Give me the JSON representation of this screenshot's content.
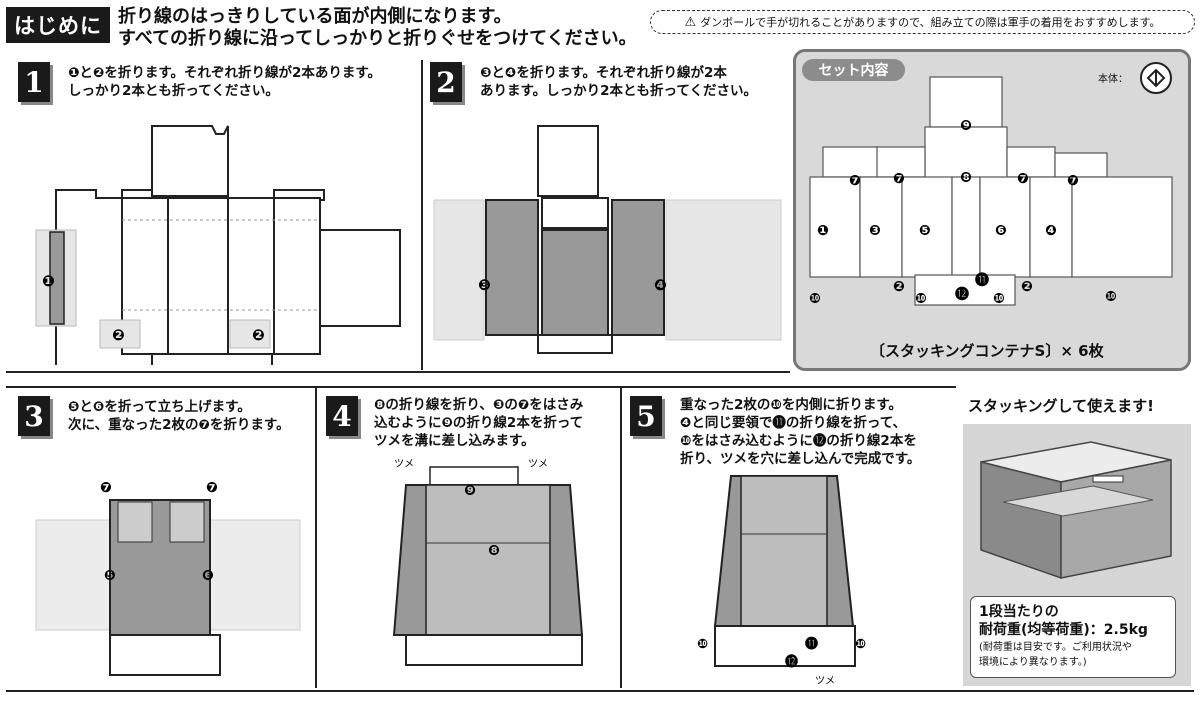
{
  "header": {
    "badge": "はじめに",
    "line1": "折り線のはっきりしている面が内側になります。",
    "line2": "すべての折り線に沿ってしっかりと折りぐせをつけてください。",
    "warning": "ダンボールで手が切れることがありますので、組み立ての際は軍手の着用をおすすめします。"
  },
  "steps": [
    {
      "num": "1",
      "line1": "❶と❷を折ります。それぞれ折り線が2本あります。",
      "line2": "しっかり2本とも折ってください。"
    },
    {
      "num": "2",
      "line1": "❸と❹を折ります。それぞれ折り線が2本",
      "line2": "あります。しっかり2本とも折ってください。"
    },
    {
      "num": "3",
      "line1": "❺と❻を折って立ち上げます。",
      "line2": "次に、重なった2枚の❼を折ります。"
    },
    {
      "num": "4",
      "line1": "❽の折り線を折り、❸の❼をはさみ",
      "line2": "込むように❾の折り線2本を折って",
      "line3": "ツメを溝に差し込みます。"
    },
    {
      "num": "5",
      "line1": "重なった2枚の❿を内側に折ります。",
      "line2": "❹と同じ要領で⓫の折り線を折って、",
      "line3": "❿をはさみ込むように⓬の折り線2本を",
      "line4": "折り、ツメを穴に差し込んで完成です。"
    }
  ],
  "labels": {
    "m1": "❶",
    "m2": "❷",
    "m3": "❸",
    "m4": "❹",
    "m5": "❺",
    "m6": "❻",
    "m7": "❼",
    "m8": "❽",
    "m9": "❾",
    "m10": "❿",
    "m11": "⓫",
    "m12": "⓬",
    "tsume": "ツメ"
  },
  "set": {
    "title": "セット内容",
    "body_label": "本体：",
    "footer": "〔スタッキングコンテナS〕× 6枚"
  },
  "stacking": {
    "title": "スタッキングして使えます!",
    "load_line1": "1段当たりの",
    "load_line2": "耐荷重(均等荷重)：2.5kg",
    "load_note1": "(耐荷重は目安です。ご利用状況や",
    "load_note2": "環境により異なります。)"
  },
  "colors": {
    "dark": "#1a1a1a",
    "panel_gray": "#9a9a9a",
    "light_gray": "#e2e2e2",
    "set_bg": "#d9d9d9"
  }
}
